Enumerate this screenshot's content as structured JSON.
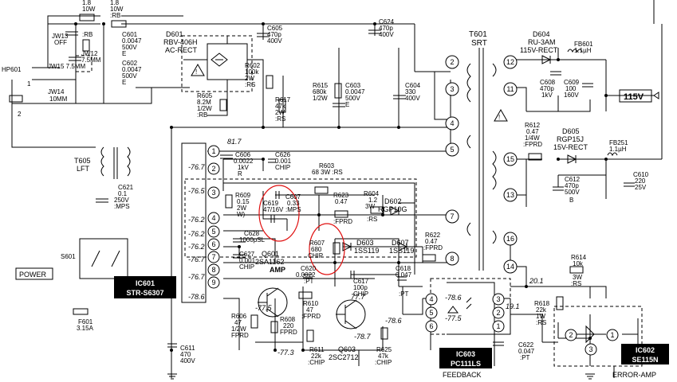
{
  "transformer": {
    "name": "T601",
    "type": "SRT"
  },
  "top_labels": {
    "jw13": "JW13",
    "jw13_opt": "OFF",
    "jw15": "JW15 7.5MM",
    "jw14": "JW14",
    "jw14_v": "10MM",
    "jw12": "JW12",
    "jw12_v": "7.5MM",
    "r_top1": "1.8",
    "r_top1b": "10W",
    "r_top1c": ":RB",
    "r_top2": "1.8",
    "r_top2b": "10W",
    "r_top2c": ":RB",
    "hp601": "HP601",
    "hp_pin1": "1",
    "hp_pin2": "2",
    "c601": "C601",
    "c601v": "0.0047",
    "c601w": "500V",
    "c601e": "E",
    "c602": "C602",
    "c602v": "0.0047",
    "c602w": "500V",
    "c602e": "E",
    "d601": "D601",
    "d601t": "RBV-406H",
    "d601r": "AC-RECT",
    "c605": "C605",
    "c605v": "470p",
    "c605w": "400V",
    "c624": "C624",
    "c624v": "470p",
    "c624w": "400V",
    "r602": "R602",
    "r602v": "100k",
    "r602w": "2W",
    ":rs": ":RS",
    "r605": "R605",
    "r605v": "8.2M",
    "r605w": "1/2W",
    "r605rb": ":RB",
    "r617": "R617",
    "r617v": "47k",
    "r617w": "2W",
    "r617rs": ":RS",
    "r615": "R615",
    "r615v": "680k",
    "r615w": "1/2W",
    "c603": "C603",
    "c603v": "0.0047",
    "c603w": "500V",
    "c603e": "E",
    "c604": "C604",
    "c604v": "330",
    "c604w": "400V",
    "t605": "T605",
    "t605t": "LFT",
    "c621": "C621",
    "c621v": "0.1",
    "c621w": "250V",
    "c621m": ":MPS",
    "s601": "S601",
    "power": "POWER",
    "f601": "F601",
    "f601v": "3.15A"
  },
  "ic601": {
    "name": "IC601",
    "part": "STR-S6307",
    "pins": [
      "1",
      "2",
      "3",
      "4",
      "5",
      "6",
      "7",
      "8",
      "9"
    ],
    "volts": [
      "81.7",
      "-76.7",
      "-76.5",
      "-76.2",
      "-76.2",
      "-76.2",
      "-76.7",
      "-76.7",
      "-78.6"
    ]
  },
  "mid_labels": {
    "c606": "C606",
    "c606v": "0.0022",
    "c606w": "1kV",
    "c606r": "R",
    "c626": "C626",
    "c626v": "0.001",
    "c626c": "CHIP",
    "r603": "R603",
    "r603v": "68 3W :RS",
    "r609": "R609",
    "r609v": "0.15",
    "r609w": "2W",
    "r609x": "W)",
    "c619": "C619",
    "c619v": "47/16V",
    "c607": "C607",
    "c607v": "0.33",
    "c607w": ":MPS",
    "r623": "R623",
    "r623v": "0.47",
    "r623w": ":FPRD",
    "r604": "R604",
    "r604v": "1.2",
    "r604w": "3W",
    "r604r": ":RS",
    "d602": "D602",
    "d602v": "RGP10G",
    "c628": "C628",
    "c628v": "1000p",
    "c628w": ":SL",
    "c627": "C627",
    "c627v": "0.001",
    "c627c": "CHIP",
    "r607": "R607",
    "r607v": "680",
    "r607c": "CHIP",
    "d603": "D603",
    "d603v": "1SS119",
    "d607": "D607",
    "d607v": "1SS119",
    "r622": "R622",
    "r622v": "0.47",
    "r622w": ":FPRD",
    "q601": "Q601",
    "q601v": "2SA1162",
    "q601a": "AMP",
    "c620": "C620",
    "c620v": "0.0022",
    "c620w": ":PT",
    "c617": "C617",
    "c617v": "100p",
    "c617c": "CHIP",
    "c618": "C618",
    "c618v": "0.047",
    "c618w": ":PT",
    "r610": "R610",
    "r610v": "47",
    "r610w": ":FPRD",
    "r606": "R606",
    "r606v": "47",
    "r606w": "1/2W",
    "r606f": "FPRD",
    "r608": "R608",
    "r608v": "220",
    "r608f": "FPRD",
    "r611": "R611",
    "r611v": "22k",
    "r611c": ":CHIP",
    "q603": "Q603",
    "q603v": "2SC2712",
    "r625": "R625",
    "r625v": "47k",
    "r625c": ":CHIP",
    "c611": "C611",
    "c611v": "470",
    "c611w": "400V",
    "v775": "-77.5",
    "v773": "-77.3",
    "v777": "77.7",
    "v787": "-78.7",
    "v786": "-78.6",
    "v775b": "-77.5"
  },
  "right_labels": {
    "d604": "D604",
    "d604v": "RU-3AM",
    "d604r": "115V-RECT",
    "fb601": "FB601",
    "fb601v": "1.1µH",
    "c608": "C608",
    "c608v": "470p",
    "c608w": "1kV",
    "c609": "C609",
    "c609v": "100",
    "c609w": "160V",
    "v115": "115V",
    "r612": "R612",
    "r612v": "0.47",
    "r612w": "1/4W",
    "r612f": ":FPRD",
    "d605": "D605",
    "d605v": "RGP15J",
    "d605r": "15V-RECT",
    "fb251": "FB251",
    "fb251v": "1.1µH",
    "c612": "C612",
    "c612v": "470p",
    "c612w": "500V",
    "c612b": "B",
    "c610": "C610",
    "c610v": "220",
    "c610w": "25V",
    "r614": "R614",
    "r614v": "10k",
    "r614w": "3W",
    "r614r": ":RS",
    "v201": "20.1",
    "v191": "19.1",
    "r618": "R618",
    "r618v": "22k",
    "r618w": "1W",
    "r618r": ":RS",
    "c622": "C622",
    "c622v": "0.047",
    "c622w": ":PT",
    "ic603": "IC603",
    "ic603p": "PC111LS",
    "feedback": "FEEDBACK",
    "ic602": "IC602",
    "ic602p": "SE115N",
    "erroramp": "ERROR-AMP",
    "ic603_v1": "-78.6",
    "ic603_v2": "-77.5"
  },
  "srt_pins_left": [
    "2",
    "3",
    "4",
    "5",
    "7",
    "8"
  ],
  "srt_pins_right": [
    "12",
    "11",
    "15",
    "13",
    "16",
    "14"
  ]
}
